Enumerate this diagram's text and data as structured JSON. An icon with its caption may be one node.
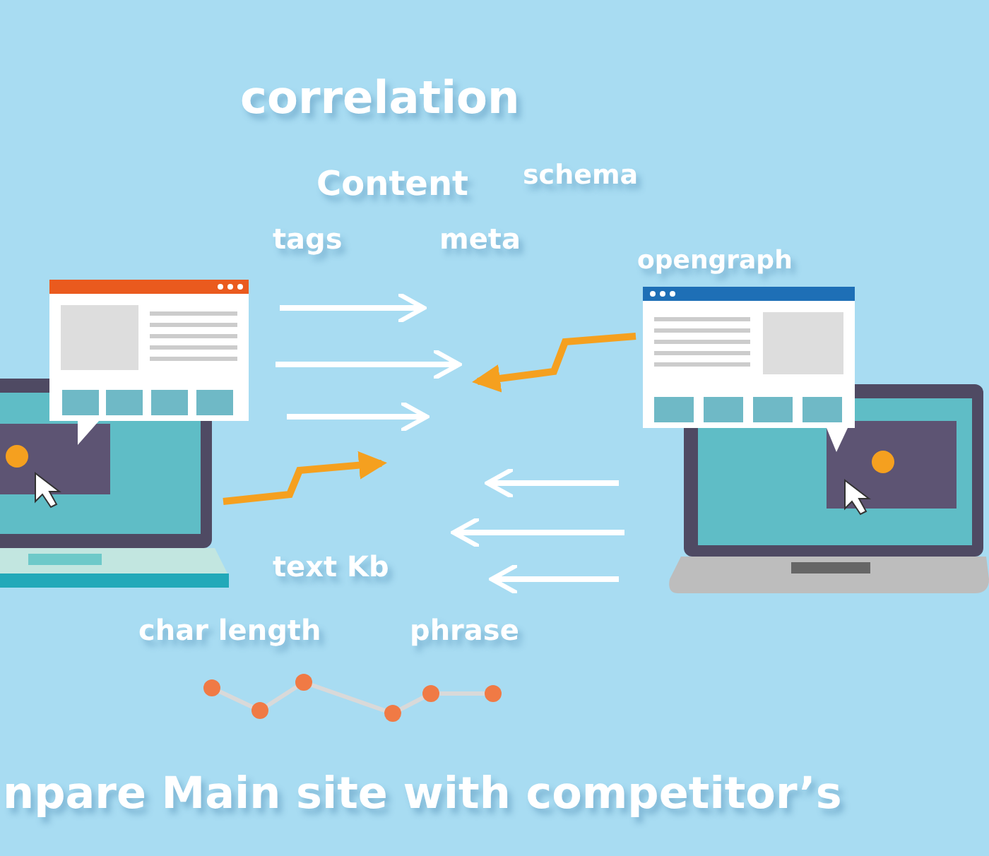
{
  "diagram": {
    "labels": [
      "correlation",
      "Content",
      "schema",
      "tags",
      "meta",
      "opengraph",
      "text Kb",
      "char length",
      "phrase",
      "npare Main site with competitor’s"
    ]
  }
}
